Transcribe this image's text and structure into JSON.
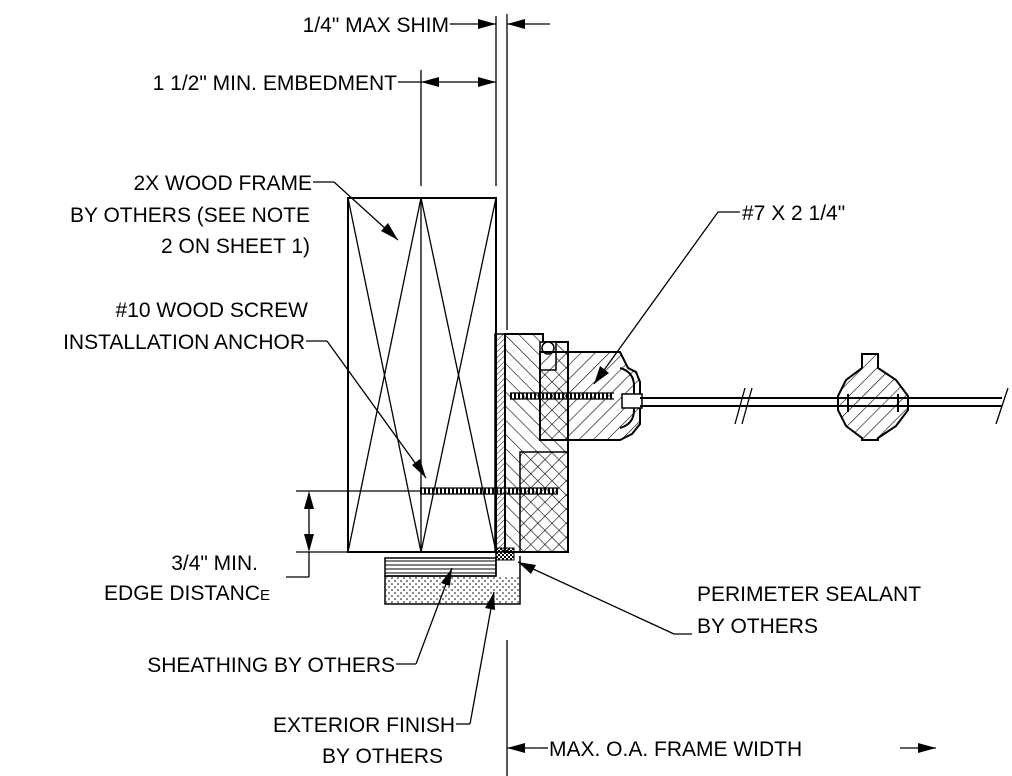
{
  "labels": {
    "shim": "1/4\" MAX SHIM",
    "embedment": "1 1/2\" MIN. EMBEDMENT",
    "wood_frame": [
      "2X WOOD FRAME",
      "BY OTHERS (SEE NOTE",
      "2 ON SHEET 1)"
    ],
    "screw_7": "#7 X 2 1/4\"",
    "anchor": [
      "#10 WOOD SCREW",
      "INSTALLATION ANCHOR"
    ],
    "edge_distance": [
      "3/4\" MIN.",
      "EDGE DISTANC",
      "E"
    ],
    "perimeter_sealant": [
      "PERIMETER SEALANT",
      "BY OTHERS"
    ],
    "sheathing": "SHEATHING BY OTHERS",
    "exterior_finish": [
      "EXTERIOR FINISH",
      "BY OTHERS"
    ],
    "frame_width": "MAX. O.A. FRAME WIDTH"
  },
  "colors": {
    "line": "#000000",
    "background": "#ffffff"
  }
}
